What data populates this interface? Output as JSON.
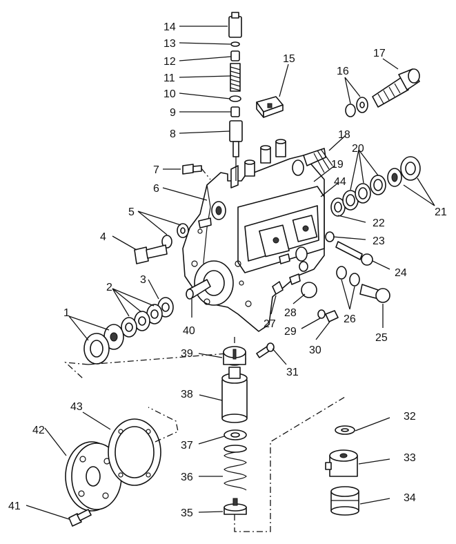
{
  "callouts": {
    "c1": "1",
    "c2": "2",
    "c3": "3",
    "c4": "4",
    "c5": "5",
    "c6": "6",
    "c7": "7",
    "c8": "8",
    "c9": "9",
    "c10": "10",
    "c11": "11",
    "c12": "12",
    "c13": "13",
    "c14": "14",
    "c15": "15",
    "c16": "16",
    "c17": "17",
    "c18": "18",
    "c19": "19",
    "c20": "20",
    "c21": "21",
    "c22": "22",
    "c23": "23",
    "c24": "24",
    "c25": "25",
    "c26": "26",
    "c27": "27",
    "c28": "28",
    "c29": "29",
    "c30": "30",
    "c31": "31",
    "c32": "32",
    "c33": "33",
    "c34": "34",
    "c35": "35",
    "c36": "36",
    "c37": "37",
    "c38": "38",
    "c39": "39",
    "c40": "40",
    "c41": "41",
    "c42": "42",
    "c43": "43",
    "c44": "44"
  },
  "colors": {
    "line": "#111111",
    "background": "#ffffff"
  }
}
